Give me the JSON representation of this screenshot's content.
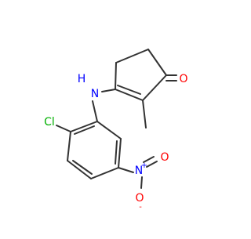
{
  "molecule": {
    "atom_labels": {
      "oxygen_ketone": "O",
      "nitrogen_amine": "N",
      "hydrogen_amine": "H",
      "chlorine": "Cl",
      "nitrogen_nitro": "N",
      "nitro_charge_plus": "+",
      "oxygen_nitro_top": "O",
      "oxygen_nitro_bottom": "O",
      "nitro_charge_minus": "-"
    },
    "colors": {
      "bond": "#333333",
      "carbon": "#333333",
      "oxygen": "#ff0000",
      "nitrogen": "#0000ff",
      "chlorine": "#00b000"
    }
  }
}
